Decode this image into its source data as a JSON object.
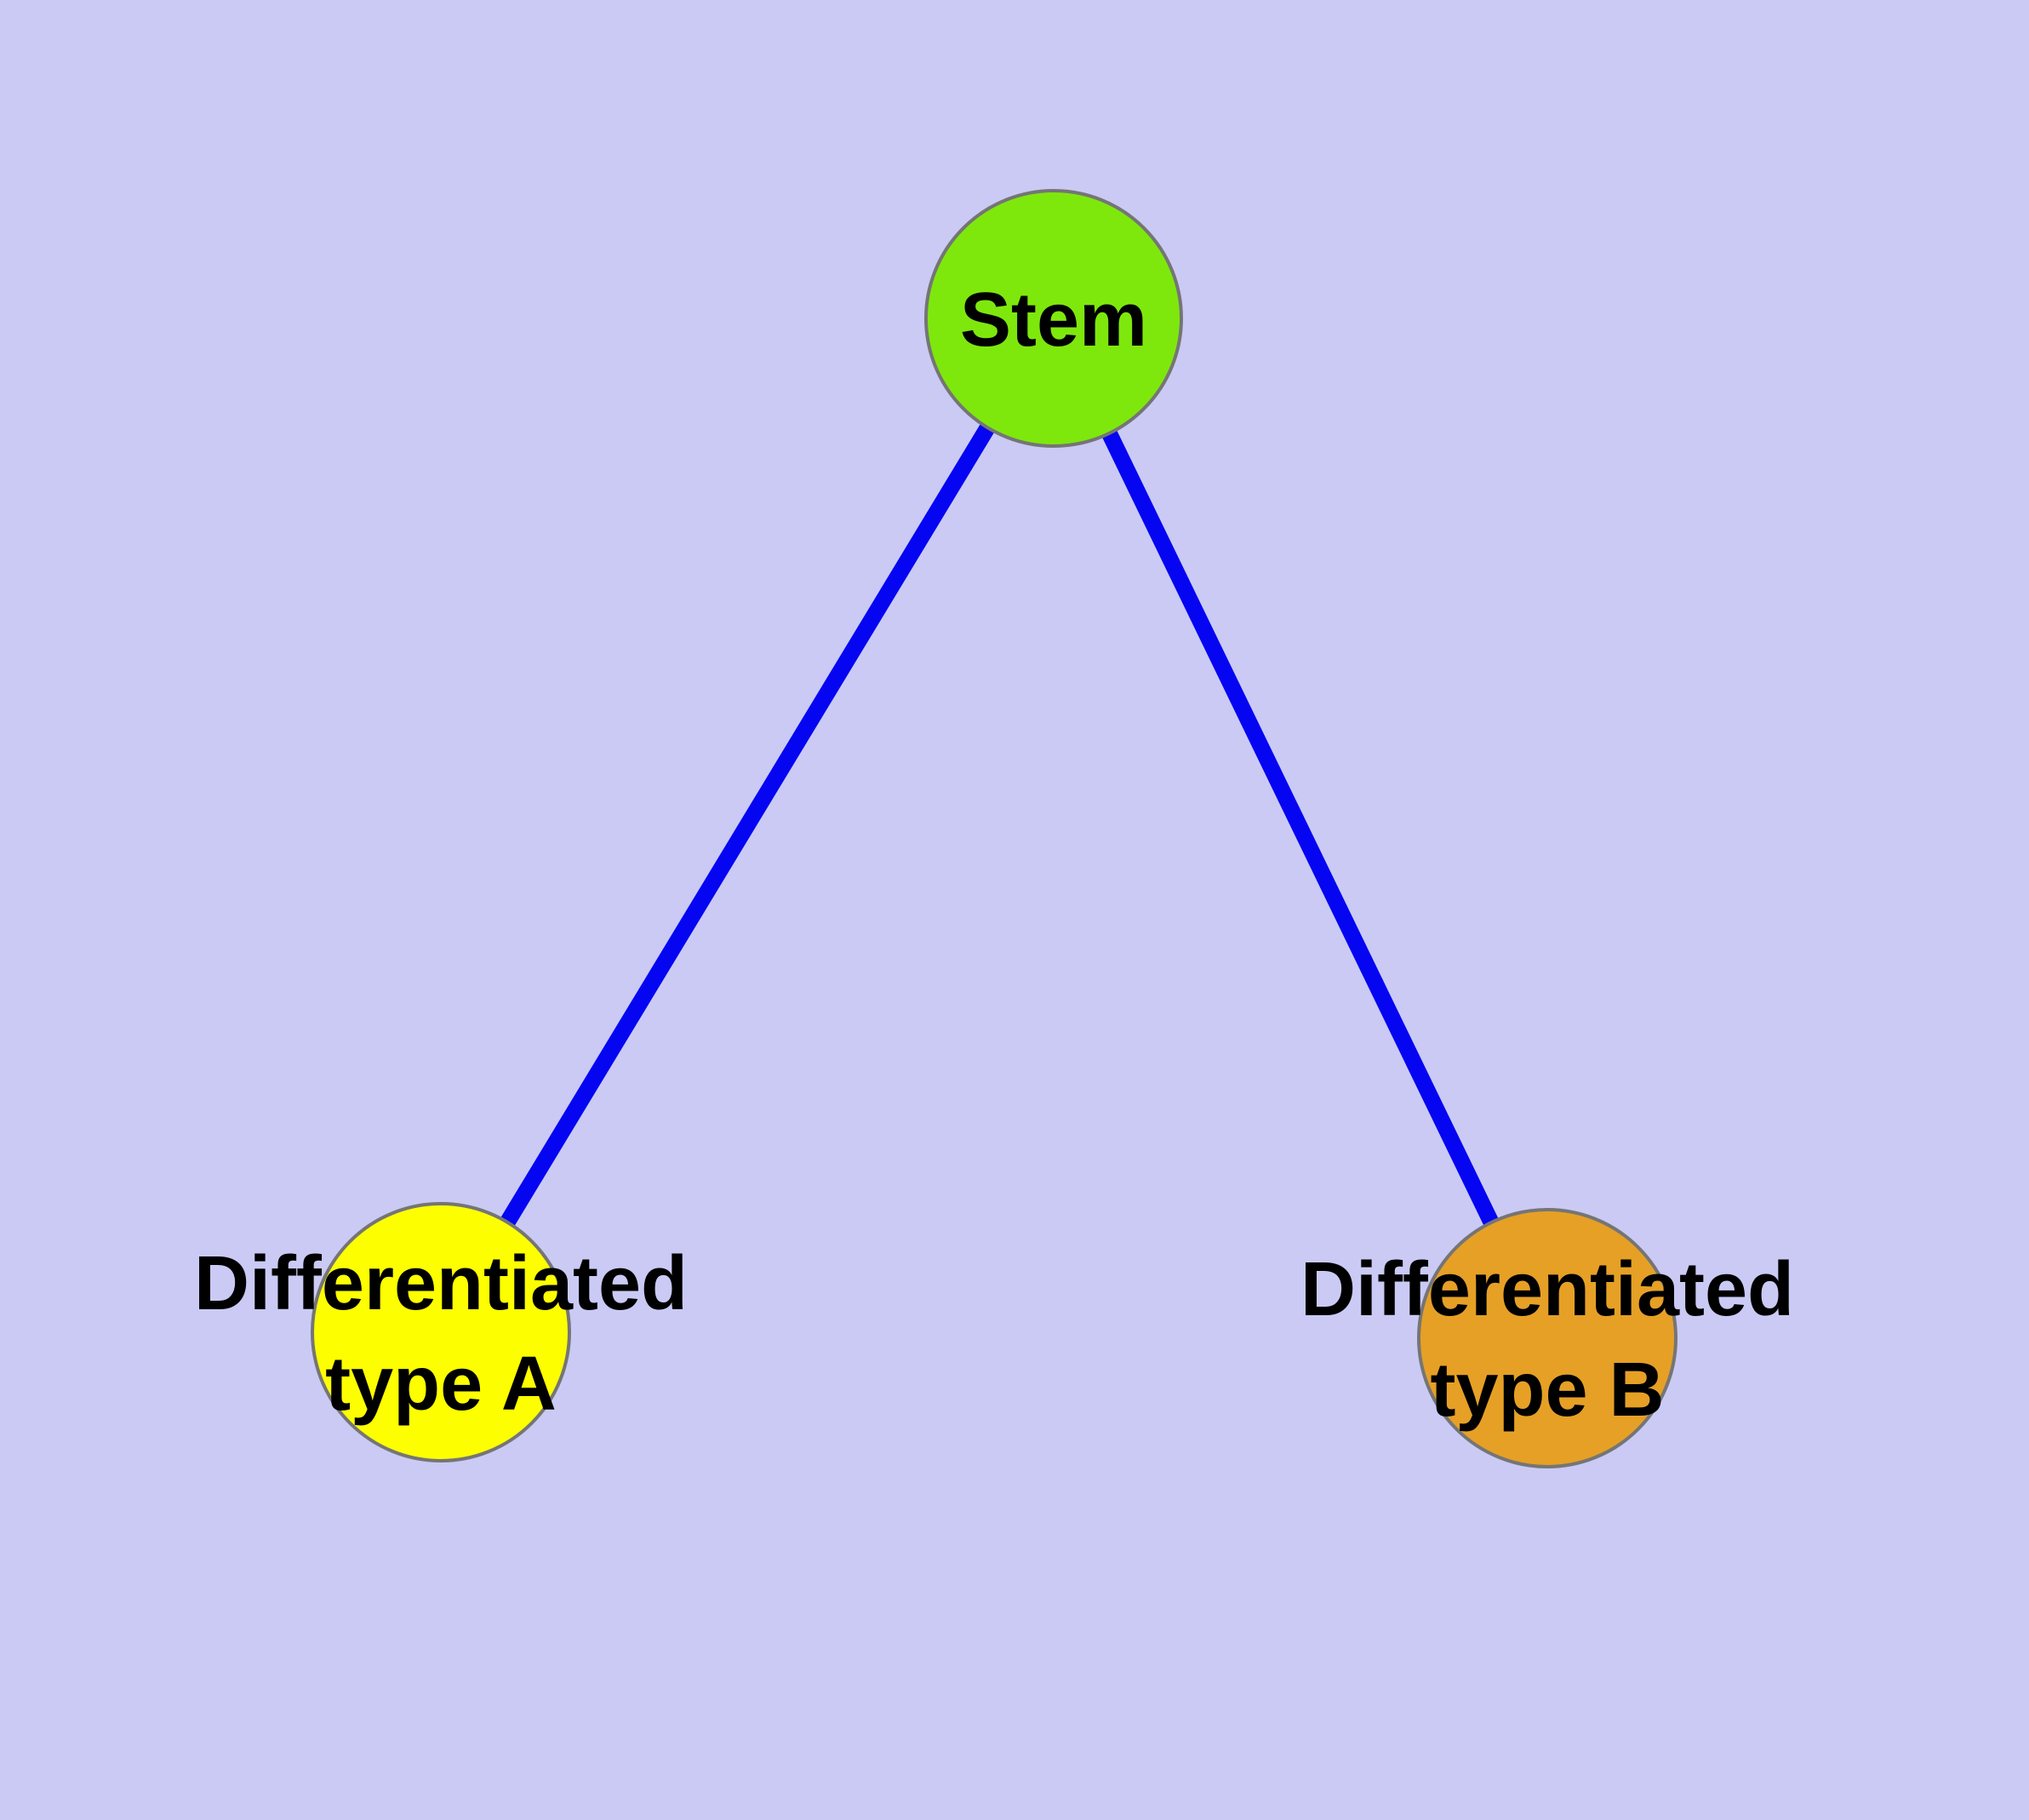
{
  "diagram": {
    "type": "node-link-graph",
    "background_color": "#CACAF5",
    "edge_color": "#0505F2",
    "node_border_color": "#757575",
    "label_color": "#000000",
    "nodes": [
      {
        "id": "stem",
        "label": "Stem",
        "fill": "#7EE80D"
      },
      {
        "id": "differentiated-type-a",
        "label": "Differentiated type A",
        "label_line1": "Differentiated",
        "label_line2": "type A",
        "fill": "#FDFF00"
      },
      {
        "id": "differentiated-type-b",
        "label": "Differentiated type B",
        "label_line1": "Differentiated",
        "label_line2": "type B",
        "fill": "#E6A026"
      }
    ],
    "edges": [
      {
        "from": "Stem",
        "to": "Differentiated type A"
      },
      {
        "from": "Stem",
        "to": "Differentiated type B"
      }
    ]
  }
}
